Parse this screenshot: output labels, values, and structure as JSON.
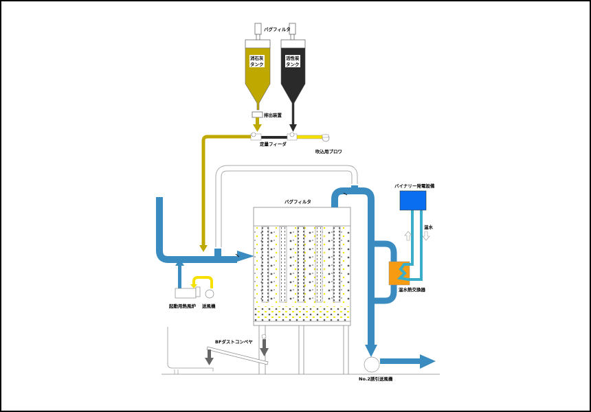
{
  "diagram": {
    "type": "process-flow",
    "labels": {
      "bag_filter_top": "バグフィルタ",
      "limestone_tank_line1": "消石灰",
      "limestone_tank_line2": "タンク",
      "carbon_tank_line1": "活性炭",
      "carbon_tank_line2": "タンク",
      "discharge_device": "排出装置",
      "metering_feeder": "定量フィーダ",
      "blower": "吹込用ブロワ",
      "bag_filter_main": "バグフィルタ",
      "binary_generator": "バイナリー発電設備",
      "hot_water": "温水",
      "heat_exchanger": "温水熱交換器",
      "startup_furnace": "起動用熱風炉",
      "fan": "送風機",
      "dust_conveyor": "BFダストコンベヤ",
      "induced_fan": "No.2誘引送風機"
    },
    "colors": {
      "gas_pipe": "#3a8bbf",
      "limestone": "#bfa800",
      "carbon": "#2a2a2a",
      "binary_box": "#0a6ef0",
      "heat_exchanger": "#f79c12",
      "water_pipe": "#3aaec8",
      "yellow_air": "#f5e000",
      "dust_arrow": "#666666"
    }
  }
}
